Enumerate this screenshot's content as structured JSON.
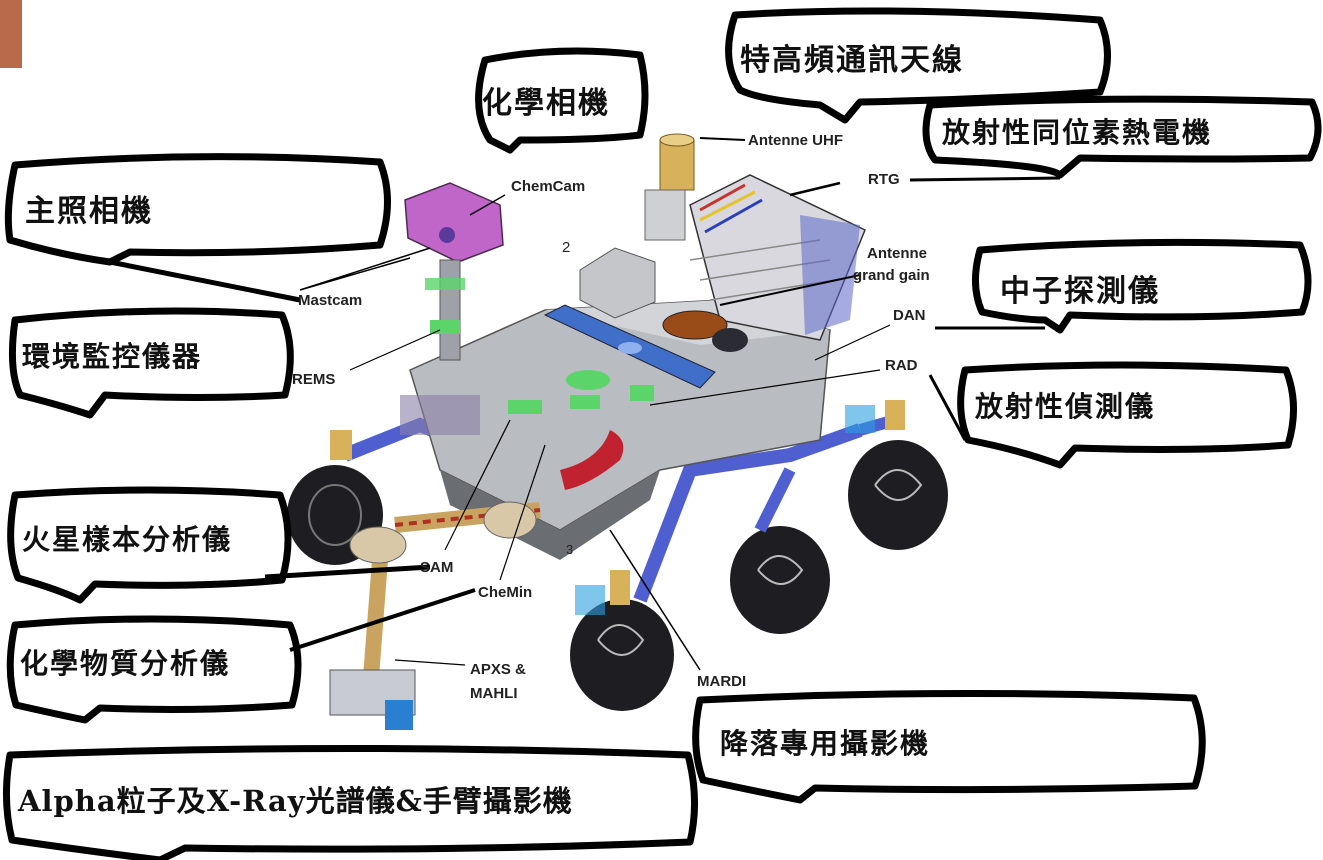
{
  "callouts": {
    "uhf_antenna_cn": "特高頻通訊天線",
    "chemcam_cn": "化學相機",
    "rtg_cn": "放射性同位素熱電機",
    "mastcam_cn": "主照相機",
    "dan_cn": "中子探測儀",
    "rems_cn": "環境監控儀器",
    "rad_cn": "放射性偵測儀",
    "sam_cn": "火星樣本分析儀",
    "chemin_cn": "化學物質分析儀",
    "mardi_cn": "降落專用攝影機",
    "apxs_mahli_cn": "Alpha粒子及X-Ray光譜儀&手臂攝影機"
  },
  "tags": {
    "antenne_uhf": "Antenne UHF",
    "chemcam": "ChemCam",
    "rtg": "RTG",
    "antenne_gg_1": "Antenne",
    "antenne_gg_2": "grand gain",
    "mastcam": "Mastcam",
    "dan": "DAN",
    "rems": "REMS",
    "rad": "RAD",
    "sam": "SAM",
    "chemin": "CheMin",
    "apxs_1": "APXS &",
    "apxs_2": "MAHLI",
    "mardi": "MARDI",
    "num_2": "2",
    "num_3": "3"
  },
  "colors": {
    "rover_body": "#b9bcc0",
    "solar_panel": "#3f6fc9",
    "mastcam_head": "#c066c8",
    "wheel": "#1e1e22",
    "rtg_panel": "#d8d8de",
    "rtg_stripe": "#c8322c",
    "antenna_gold": "#d7b25a",
    "hga_dish": "#9a4c18",
    "arm_tan": "#c9a460",
    "rocker_blue": "#4f5fcf",
    "instrument_green": "#5bd46a",
    "corner_accent": "#b86a4a"
  }
}
